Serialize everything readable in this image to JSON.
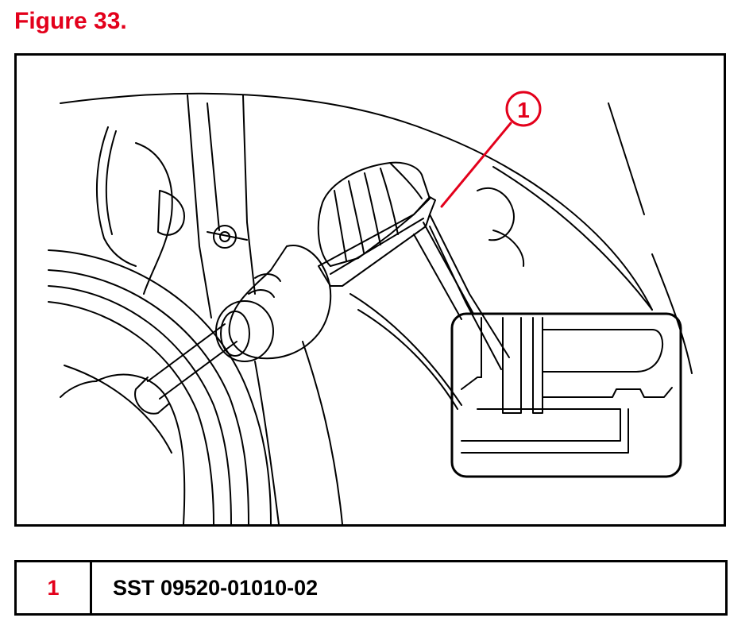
{
  "figure": {
    "title": "Figure 33."
  },
  "callout": {
    "number": "1",
    "color": "#e3001b"
  },
  "legend": {
    "items": [
      {
        "number": "1",
        "description": "SST 09520-01010-02"
      }
    ]
  }
}
